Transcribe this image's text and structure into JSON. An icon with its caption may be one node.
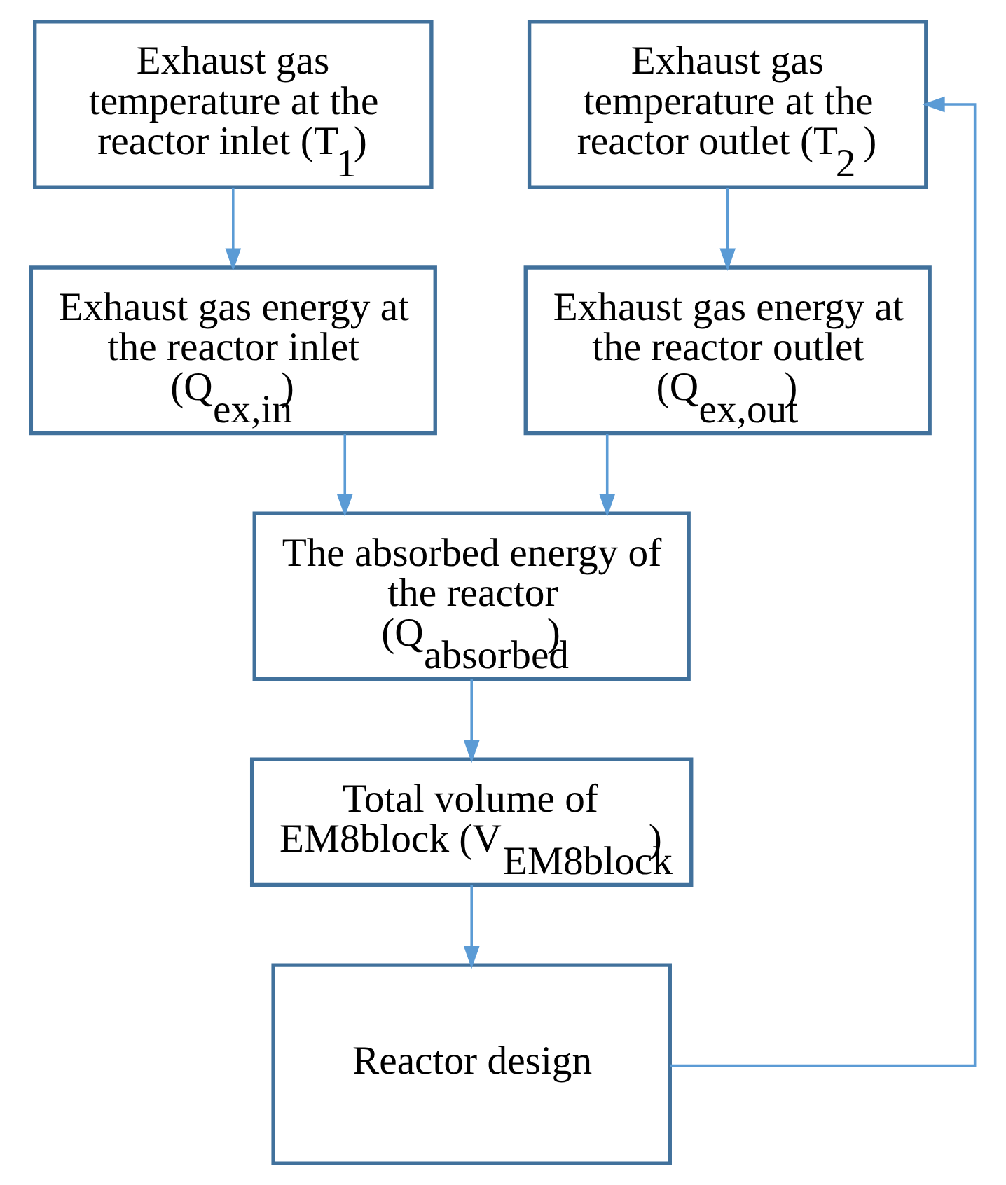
{
  "diagram": {
    "nodes": [
      {
        "text": [
          "Exhaust gas temperature at the reactor inlet (T$_{1}$)"
        ]
      },
      {
        "text": [
          "Exhaust gas temperature at the reactor outlet (T$_{2}$ )"
        ]
      },
      {
        "text": [
          "Exhaust gas energy at the reactor inlet (Q$_{ex,in}$)"
        ]
      },
      {
        "text": [
          "Exhaust gas energy at the reactor outlet (Q$_{ex,out}$)"
        ]
      },
      {
        "text": [
          "The absorbed energy of the reactor (Q$_{absorbed}$)"
        ]
      },
      {
        "text": [
          "Total volume of EM8block (V$_{EM8block}$)"
        ]
      },
      {
        "text": [
          "Reactor design"
        ]
      }
    ],
    "edges": [
      {
        "from": 0,
        "to": 2,
        "arrow": "to"
      },
      {
        "from": 1,
        "to": 3,
        "arrow": "to"
      },
      {
        "from": 2,
        "to": 4,
        "arrow": "to"
      },
      {
        "from": 3,
        "to": 4,
        "arrow": "to"
      },
      {
        "from": 4,
        "to": 5,
        "arrow": "to"
      },
      {
        "from": 5,
        "to": 6,
        "arrow": "to"
      },
      {
        "from": 6,
        "to": 1,
        "arrow": "to"
      }
    ]
  }
}
